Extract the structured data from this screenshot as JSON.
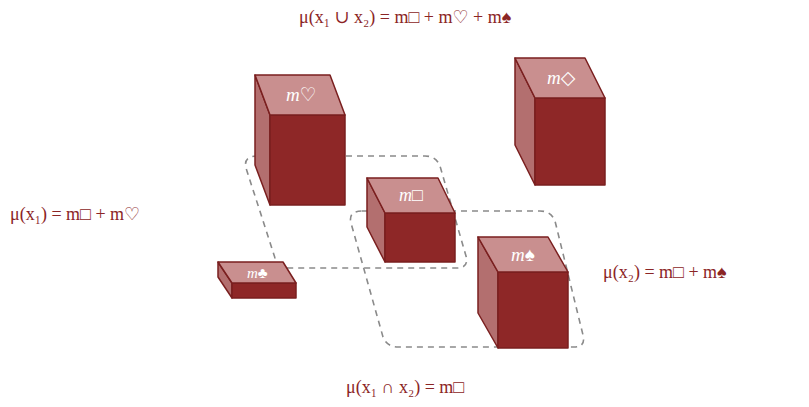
{
  "diagram": {
    "nodes": [
      {
        "text": [
          "m♡"
        ]
      },
      {
        "text": [
          "m◇"
        ]
      },
      {
        "text": [
          "m□"
        ]
      },
      {
        "text": [
          "m♣"
        ]
      },
      {
        "text": [
          "m♠"
        ]
      }
    ],
    "labels": [
      "μ(x₁ ∪ x₂) = m□ + m♡ + m♠",
      "μ(x₁) = m□ + m♡",
      "μ(x₂) = m□ + m♠",
      "μ(x₁ ∩ x₂) = m□"
    ]
  }
}
